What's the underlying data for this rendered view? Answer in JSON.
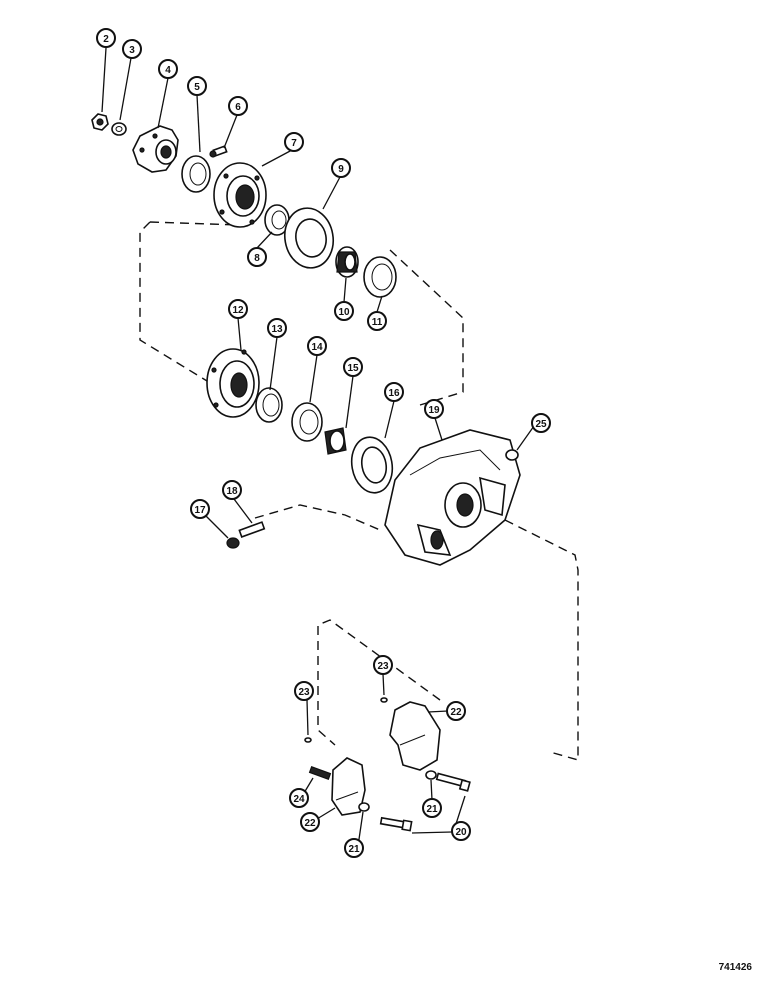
{
  "callouts": [
    "2",
    "3",
    "4",
    "5",
    "6",
    "7",
    "8",
    "9",
    "10",
    "11",
    "12",
    "13",
    "14",
    "15",
    "16",
    "19",
    "25",
    "17",
    "18",
    "23",
    "23",
    "22",
    "24",
    "22",
    "21",
    "21",
    "20"
  ],
  "reference_number": "741426",
  "colors": {
    "ink": "#111111",
    "paper": "#ffffff"
  }
}
